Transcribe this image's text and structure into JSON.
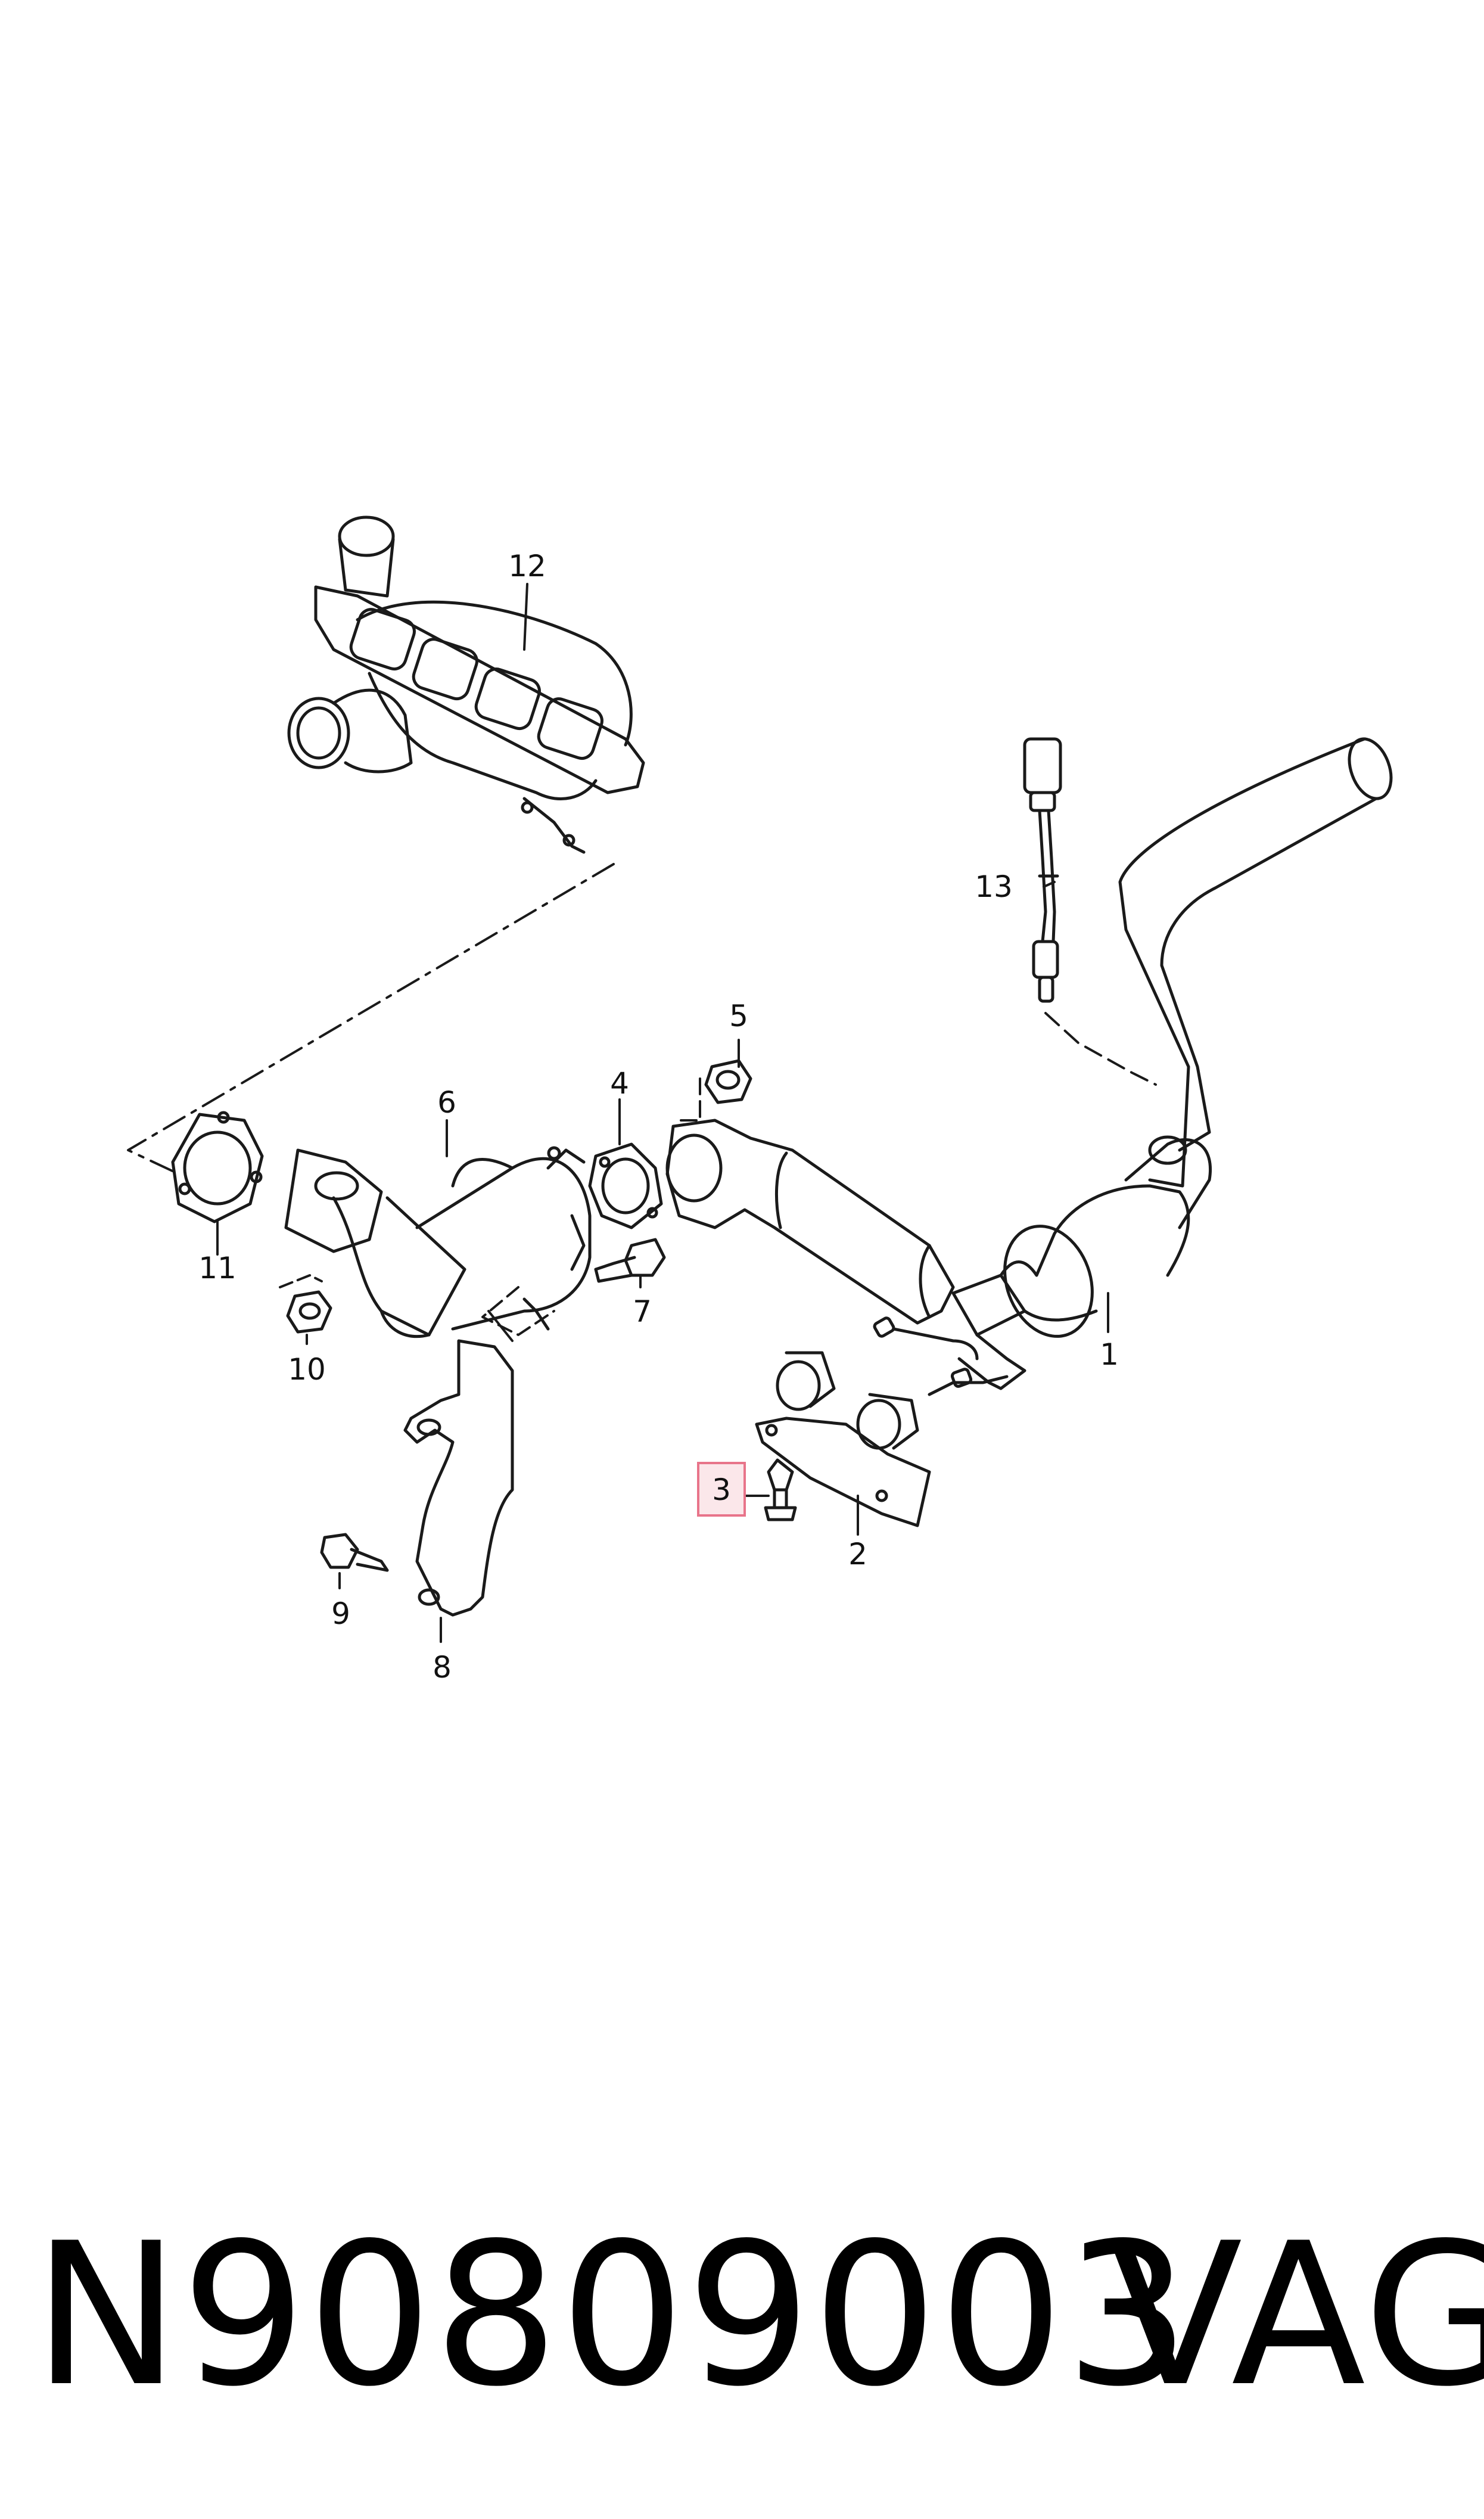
{
  "diagram": {
    "callouts": [
      {
        "id": "1",
        "label": "1"
      },
      {
        "id": "2",
        "label": "2"
      },
      {
        "id": "3",
        "label": "3",
        "highlighted": true
      },
      {
        "id": "4",
        "label": "4"
      },
      {
        "id": "5",
        "label": "5"
      },
      {
        "id": "6",
        "label": "6"
      },
      {
        "id": "7",
        "label": "7"
      },
      {
        "id": "8",
        "label": "8"
      },
      {
        "id": "9",
        "label": "9"
      },
      {
        "id": "10",
        "label": "10"
      },
      {
        "id": "11",
        "label": "11"
      },
      {
        "id": "12",
        "label": "12"
      },
      {
        "id": "13",
        "label": "13"
      }
    ],
    "highlight_color": "#e8748a",
    "highlight_fill": "#fbe7ea",
    "line_color": "#1a1a1a"
  },
  "footer": {
    "part_number": "N90809003",
    "brand": "VAG"
  }
}
